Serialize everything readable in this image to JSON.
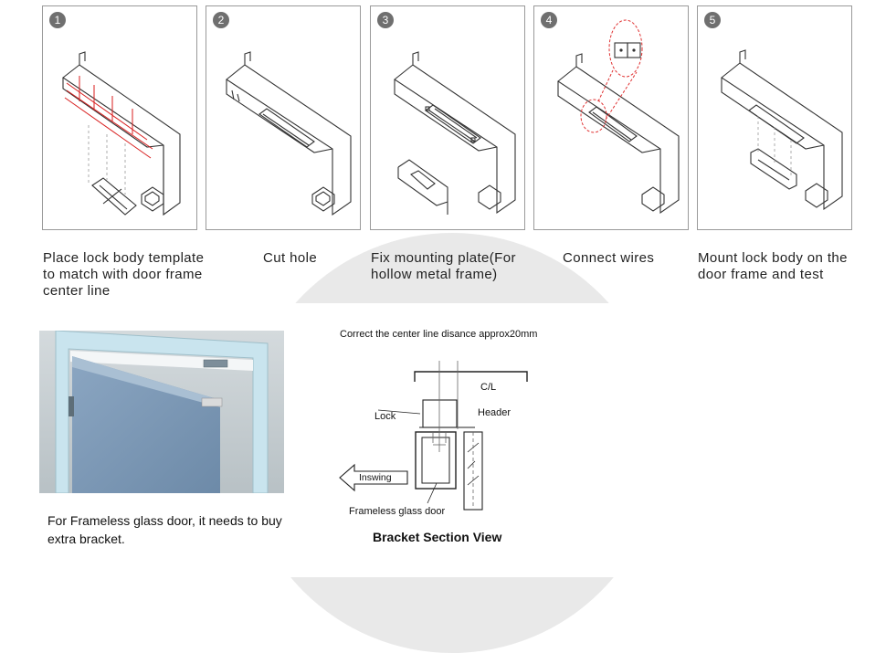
{
  "steps": [
    {
      "number": "1",
      "caption": "Place lock body template\nto match with door frame\ncenter line"
    },
    {
      "number": "2",
      "caption": "Cut hole"
    },
    {
      "number": "3",
      "caption": "Fix mounting plate(For\nhollow metal frame)"
    },
    {
      "number": "4",
      "caption": "Connect wires"
    },
    {
      "number": "5",
      "caption": "Mount lock body on the\ndoor frame and test"
    }
  ],
  "photo": {
    "caption": "For Frameless glass door, it needs to buy extra bracket."
  },
  "bracket_view": {
    "note": "Correct the center line disance approx20mm",
    "label_cl": "C/L",
    "label_header": "Header",
    "label_lock": "Lock",
    "label_inswing": "Inswing",
    "label_glass": "Frameless glass door",
    "title": "Bracket Section View"
  },
  "colors": {
    "template_red": "#d81e1e",
    "highlight_red": "#e03030",
    "badge_gray": "#6f6f6f"
  }
}
